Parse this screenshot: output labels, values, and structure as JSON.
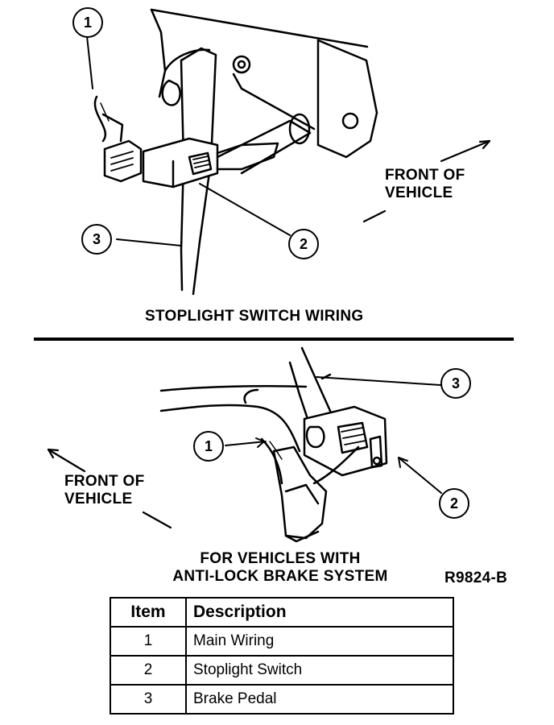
{
  "top_view": {
    "title": "STOPLIGHT SWITCH WIRING",
    "front_label_line1": "FRONT OF",
    "front_label_line2": "VEHICLE",
    "callouts": [
      "1",
      "2",
      "3"
    ]
  },
  "bottom_view": {
    "title_line1": "FOR VEHICLES WITH",
    "title_line2": "ANTI-LOCK BRAKE SYSTEM",
    "front_label_line1": "FRONT OF",
    "front_label_line2": "VEHICLE",
    "callouts": [
      "1",
      "2",
      "3"
    ],
    "figure_code": "R9824-B"
  },
  "legend": {
    "header_item": "Item",
    "header_description": "Description",
    "rows": [
      {
        "item": "1",
        "description": "Main Wiring"
      },
      {
        "item": "2",
        "description": "Stoplight Switch"
      },
      {
        "item": "3",
        "description": "Brake Pedal"
      }
    ]
  }
}
